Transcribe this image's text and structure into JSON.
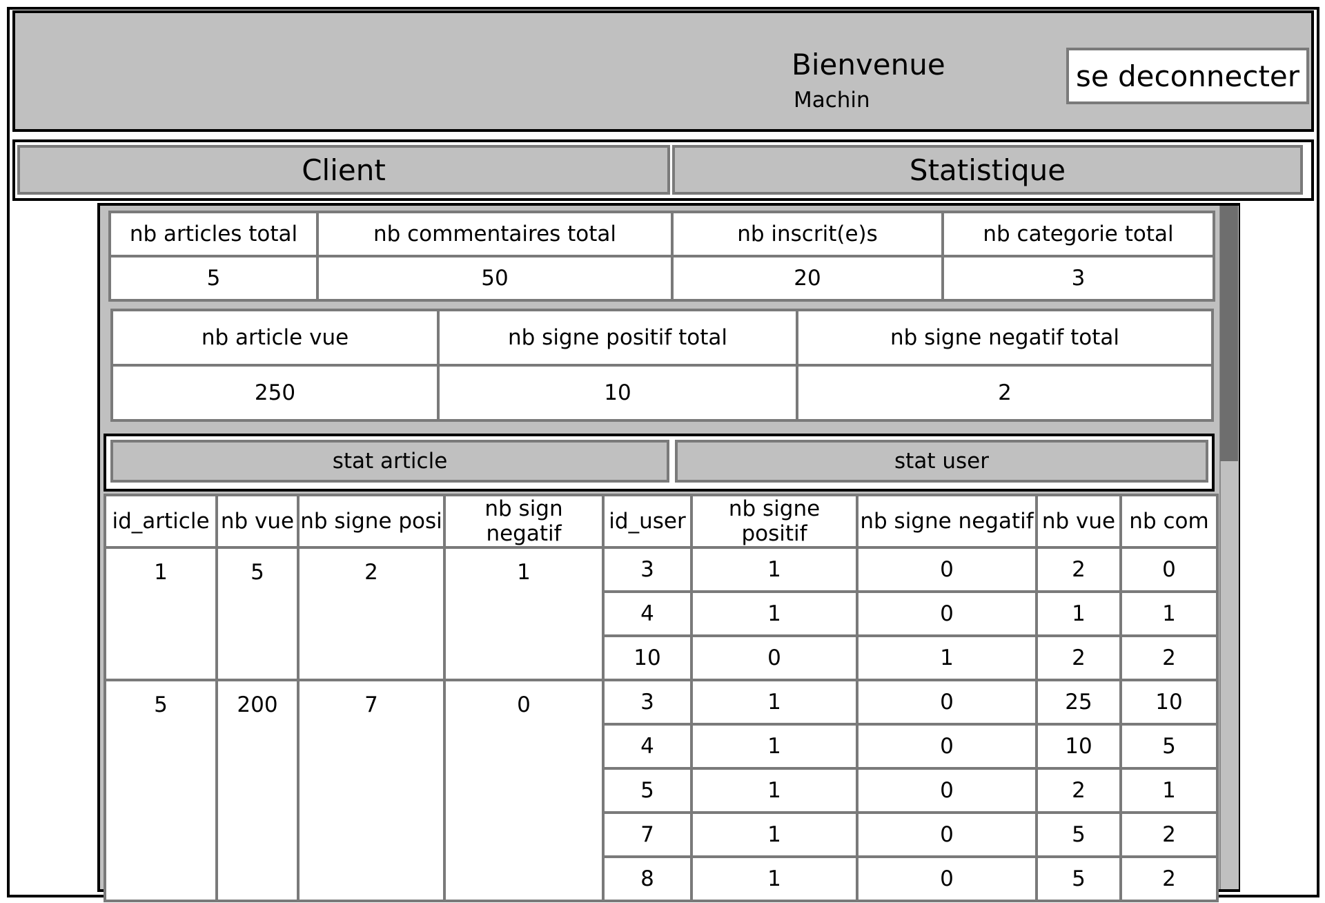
{
  "header": {
    "welcome": "Bienvenue",
    "username": "Machin",
    "logout_label": "se deconnecter"
  },
  "nav": {
    "client_label": "Client",
    "stat_label": "Statistique"
  },
  "summary_totals": {
    "headers": [
      "nb articles total",
      "nb commentaires total",
      "nb inscrit(e)s",
      "nb categorie total"
    ],
    "values": [
      "5",
      "50",
      "20",
      "3"
    ]
  },
  "summary_signs": {
    "headers": [
      "nb article vue",
      "nb signe positif total",
      "nb signe negatif total"
    ],
    "values": [
      "250",
      "10",
      "2"
    ]
  },
  "subnav": {
    "article_label": "stat article",
    "user_label": "stat user"
  },
  "detail": {
    "headers": [
      "id_article",
      "nb vue",
      "nb signe posi",
      "nb sign negatif",
      "id_user",
      "nb signe positif",
      "nb signe negatif",
      "nb vue",
      "nb com"
    ],
    "articles": [
      {
        "id_article": "1",
        "nb_vue": "5",
        "nb_signe_posi": "2",
        "nb_sign_negatif": "1",
        "users": [
          {
            "id_user": "3",
            "pos": "1",
            "neg": "0",
            "vue": "2",
            "com": "0"
          },
          {
            "id_user": "4",
            "pos": "1",
            "neg": "0",
            "vue": "1",
            "com": "1"
          },
          {
            "id_user": "10",
            "pos": "0",
            "neg": "1",
            "vue": "2",
            "com": "2"
          }
        ]
      },
      {
        "id_article": "5",
        "nb_vue": "200",
        "nb_signe_posi": "7",
        "nb_sign_negatif": "0",
        "users": [
          {
            "id_user": "3",
            "pos": "1",
            "neg": "0",
            "vue": "25",
            "com": "10"
          },
          {
            "id_user": "4",
            "pos": "1",
            "neg": "0",
            "vue": "10",
            "com": "5"
          },
          {
            "id_user": "5",
            "pos": "1",
            "neg": "0",
            "vue": "2",
            "com": "1"
          },
          {
            "id_user": "7",
            "pos": "1",
            "neg": "0",
            "vue": "5",
            "com": "2"
          },
          {
            "id_user": "8",
            "pos": "1",
            "neg": "0",
            "vue": "5",
            "com": "2"
          }
        ]
      }
    ]
  }
}
